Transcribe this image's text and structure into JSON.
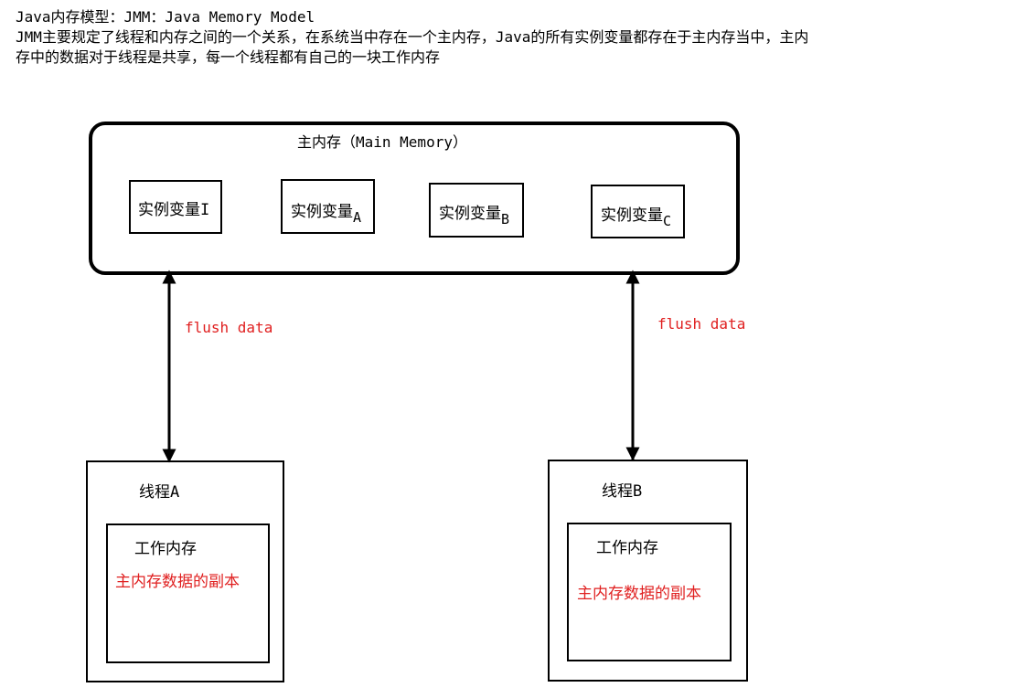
{
  "header": {
    "line1": "Java内存模型：JMM：Java Memory Model",
    "line2": "JMM主要规定了线程和内存之间的一个关系，在系统当中存在一个主内存，Java的所有实例变量都存在于主内存当中，主内",
    "line3": "存中的数据对于线程是共享，每一个线程都有自己的一块工作内存"
  },
  "main_memory": {
    "title": "主内存（Main Memory）",
    "variables": [
      {
        "text": "实例变量",
        "suffix": "I"
      },
      {
        "text": "实例变量",
        "suffix": "A"
      },
      {
        "text": "实例变量",
        "suffix": "B"
      },
      {
        "text": "实例变量",
        "suffix": "C"
      }
    ]
  },
  "links": [
    {
      "label": "flush data"
    },
    {
      "label": "flush data"
    }
  ],
  "threads": [
    {
      "title": "线程A",
      "work_title": "工作内存",
      "work_content": "主内存数据的副本"
    },
    {
      "title": "线程B",
      "work_title": "工作内存",
      "work_content": "主内存数据的副本"
    }
  ],
  "colors": {
    "accent_red": "#e02020",
    "line": "#000000"
  }
}
